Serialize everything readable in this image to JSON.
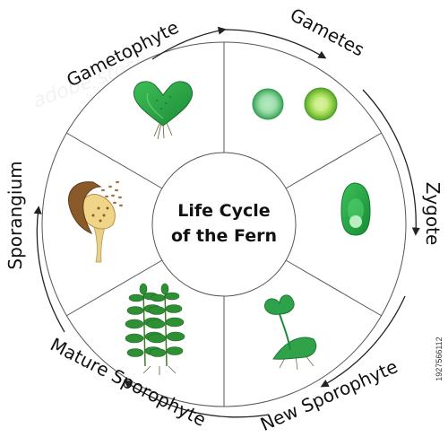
{
  "diagram": {
    "center_title_line1": "Life Cycle",
    "center_title_line2": "of the Fern",
    "stages": [
      {
        "label": "Gametophyte",
        "icon": "heart-shaped-gametophyte-icon"
      },
      {
        "label": "Gametes",
        "icon": "gamete-cells-icon"
      },
      {
        "label": "Zygote",
        "icon": "zygote-icon"
      },
      {
        "label": "New Sporophyte",
        "icon": "young-sporophyte-icon"
      },
      {
        "label": "Mature Sporophyte",
        "icon": "mature-fern-fronds-icon"
      },
      {
        "label": "Sporangium",
        "icon": "sporangium-spores-icon"
      }
    ],
    "stock_id": "1927566112",
    "watermark_text": "adobe stock",
    "colors": {
      "fern_green": "#2e9a3c",
      "light_green": "#7fd18a",
      "spore_brown": "#8b5a2b",
      "ring_stroke": "#222222"
    }
  }
}
